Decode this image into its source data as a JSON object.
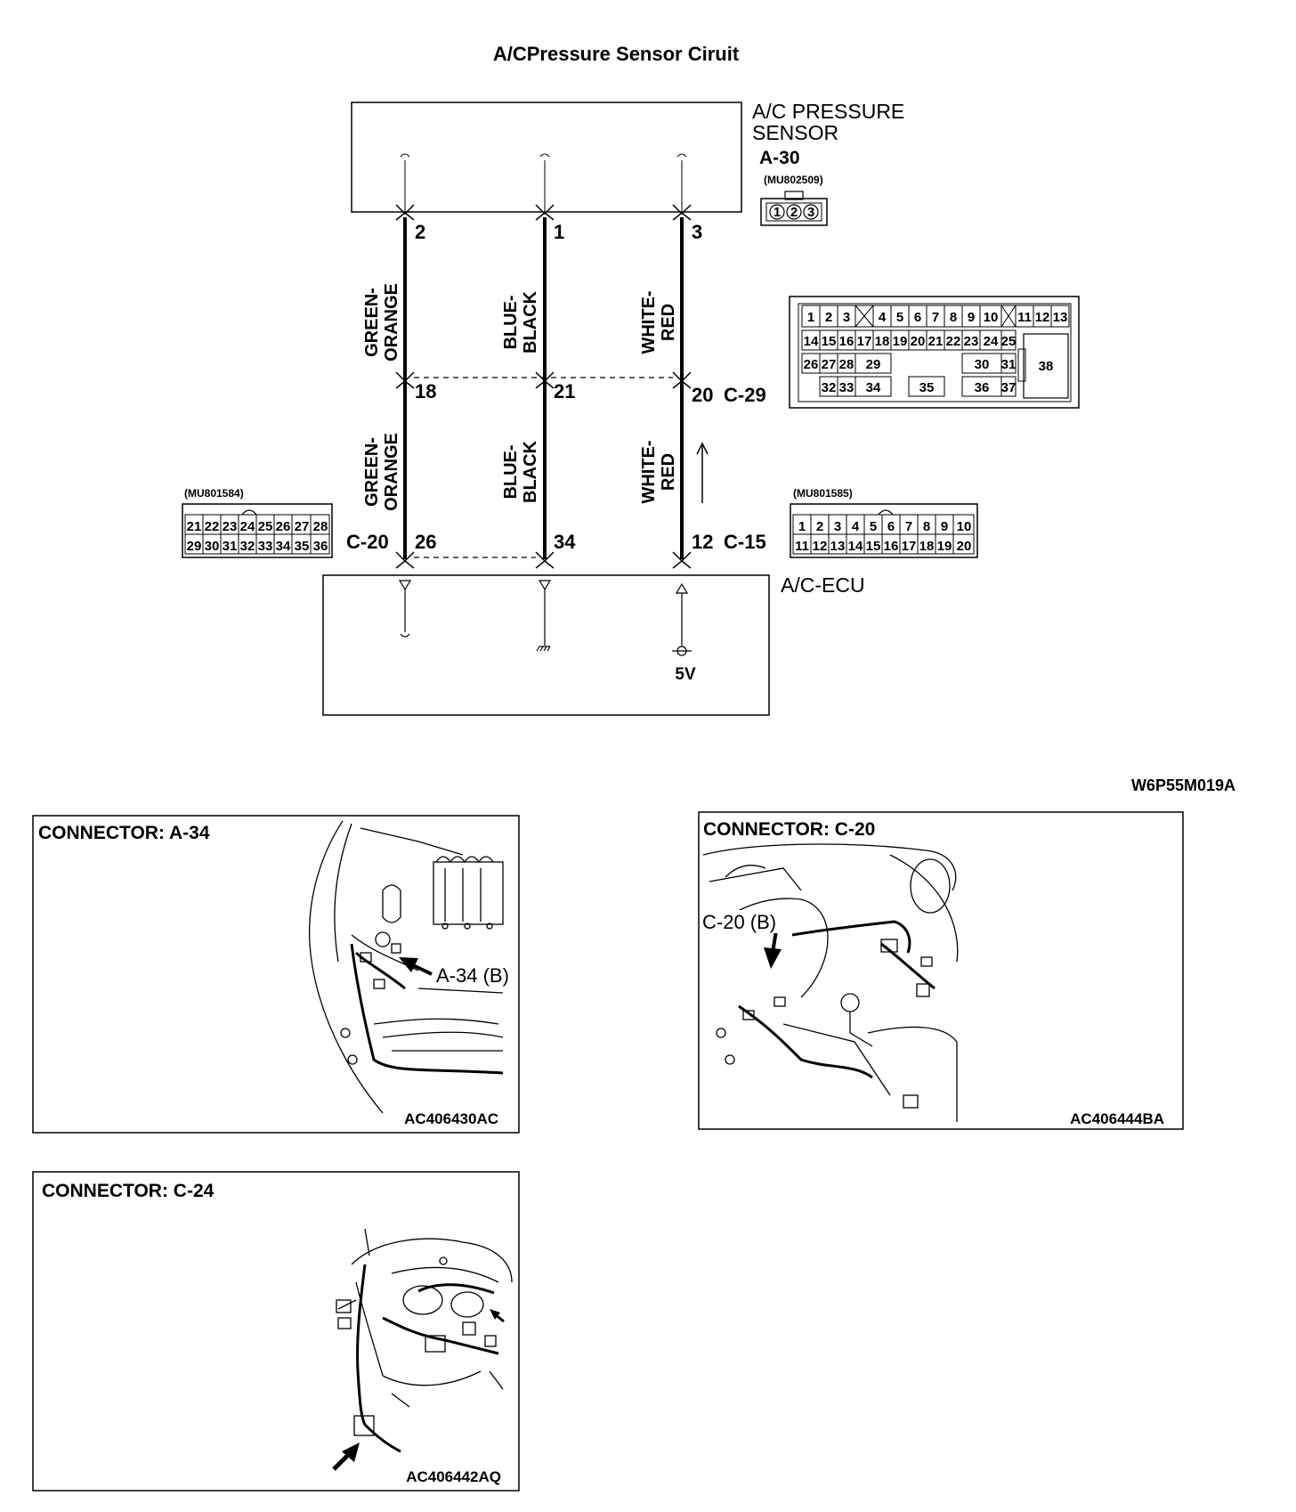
{
  "title": "A/CPressure Sensor Ciruit",
  "sensor": {
    "name_line1": "A/C PRESSURE",
    "name_line2": "SENSOR",
    "connector_id": "A-30",
    "part_number": "(MU802509)",
    "pins": [
      "1",
      "2",
      "3"
    ]
  },
  "wires": [
    {
      "pin_top": "2",
      "color_top_line1": "GREEN-",
      "color_top_line2": "ORANGE",
      "pin_mid": "18",
      "color_bot_line1": "GREEN-",
      "color_bot_line2": "ORANGE",
      "pin_bottom": "26"
    },
    {
      "pin_top": "1",
      "color_top_line1": "BLUE-",
      "color_top_line2": "BLACK",
      "pin_mid": "21",
      "color_bot_line1": "BLUE-",
      "color_bot_line2": "BLACK",
      "pin_bottom": "34"
    },
    {
      "pin_top": "3",
      "color_top_line1": "WHITE-",
      "color_top_line2": "RED",
      "pin_mid": "20",
      "color_bot_line1": "WHITE-",
      "color_bot_line2": "RED",
      "pin_bottom": "12"
    }
  ],
  "intermediate_connector": {
    "id": "C-29",
    "rows": [
      [
        "1",
        "2",
        "3",
        "",
        "4",
        "5",
        "6",
        "7",
        "8",
        "9",
        "10",
        "",
        "11",
        "12",
        "13"
      ],
      [
        "14",
        "15",
        "16",
        "17",
        "18",
        "19",
        "20",
        "21",
        "22",
        "23",
        "24",
        "25"
      ],
      [
        "26",
        "27",
        "28",
        "29",
        "30",
        "31",
        "38"
      ],
      [
        "32",
        "33",
        "34",
        "35",
        "36",
        "37"
      ]
    ]
  },
  "ecu_connector_left": {
    "id": "C-20",
    "part_number": "(MU801584)",
    "row1": [
      "21",
      "22",
      "23",
      "24",
      "25",
      "26",
      "27",
      "28"
    ],
    "row2": [
      "29",
      "30",
      "31",
      "32",
      "33",
      "34",
      "35",
      "36"
    ]
  },
  "ecu_connector_right": {
    "id": "C-15",
    "part_number": "(MU801585)",
    "row1": [
      "1",
      "2",
      "3",
      "4",
      "5",
      "6",
      "7",
      "8",
      "9",
      "10"
    ],
    "row2": [
      "11",
      "12",
      "13",
      "14",
      "15",
      "16",
      "17",
      "18",
      "19",
      "20"
    ]
  },
  "ecu": {
    "name": "A/C-ECU",
    "supply": "5V"
  },
  "figure_code": "W6P55M019A",
  "panels": [
    {
      "title": "CONNECTOR: A-34",
      "callout": "A-34 (B)",
      "code": "AC406430AC"
    },
    {
      "title": "CONNECTOR: C-20",
      "callout": "C-20 (B)",
      "code": "AC406444BA"
    },
    {
      "title": "CONNECTOR: C-24",
      "callout": "",
      "code": "AC406442AQ"
    }
  ],
  "colors": {
    "ink": "#000000",
    "paper": "#ffffff"
  }
}
